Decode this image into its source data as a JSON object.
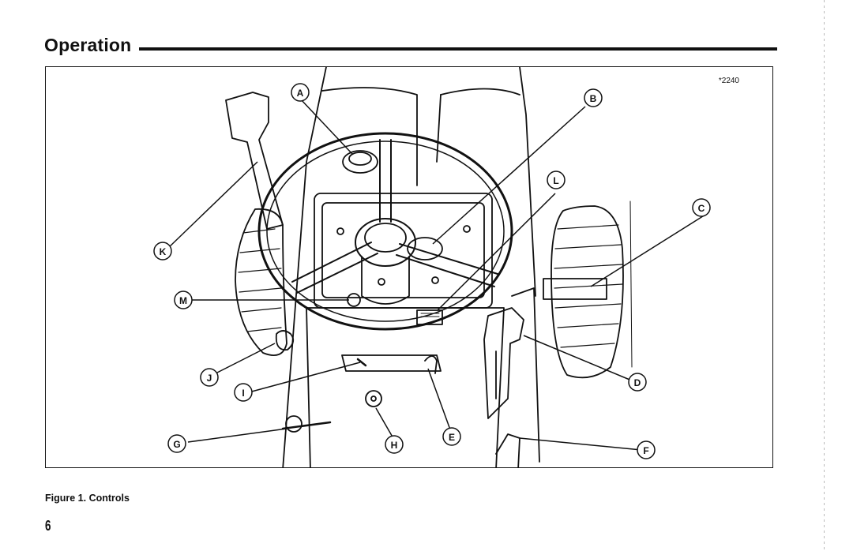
{
  "header": {
    "title": "Operation"
  },
  "figure": {
    "number": "*2240",
    "caption": "Figure 1. Controls",
    "callouts": [
      "A",
      "B",
      "C",
      "D",
      "E",
      "F",
      "G",
      "H",
      "I",
      "J",
      "K",
      "L",
      "M"
    ]
  },
  "footer": {
    "page_number": "6"
  }
}
